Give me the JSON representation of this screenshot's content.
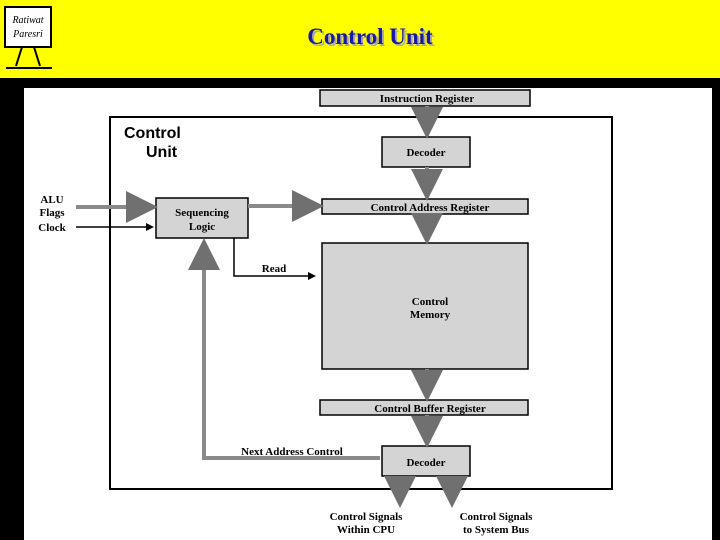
{
  "header": {
    "title": "Control Unit",
    "logo_text": [
      "Ratiwat",
      "Paresri"
    ]
  },
  "diagram": {
    "control_unit_label": [
      "Control",
      "Unit"
    ],
    "instruction_register": "Instruction Register",
    "decoder_top": "Decoder",
    "control_address_register": "Control Address Register",
    "sequencing_logic": [
      "Sequencing",
      "Logic"
    ],
    "control_memory": [
      "Control",
      "Memory"
    ],
    "control_buffer_register": "Control Buffer Register",
    "decoder_bottom": "Decoder",
    "alu_flags": [
      "ALU",
      "Flags"
    ],
    "clock": "Clock",
    "read": "Read",
    "next_address_control": "Next Address Control",
    "signals_cpu": [
      "Control Signals",
      "Within CPU"
    ],
    "signals_bus": [
      "Control Signals",
      "to System Bus"
    ]
  },
  "colors": {
    "header_bg": "#ffff00",
    "title": "#1a1aa0",
    "box_fill": "#d4d4d4",
    "band": "#000000"
  }
}
